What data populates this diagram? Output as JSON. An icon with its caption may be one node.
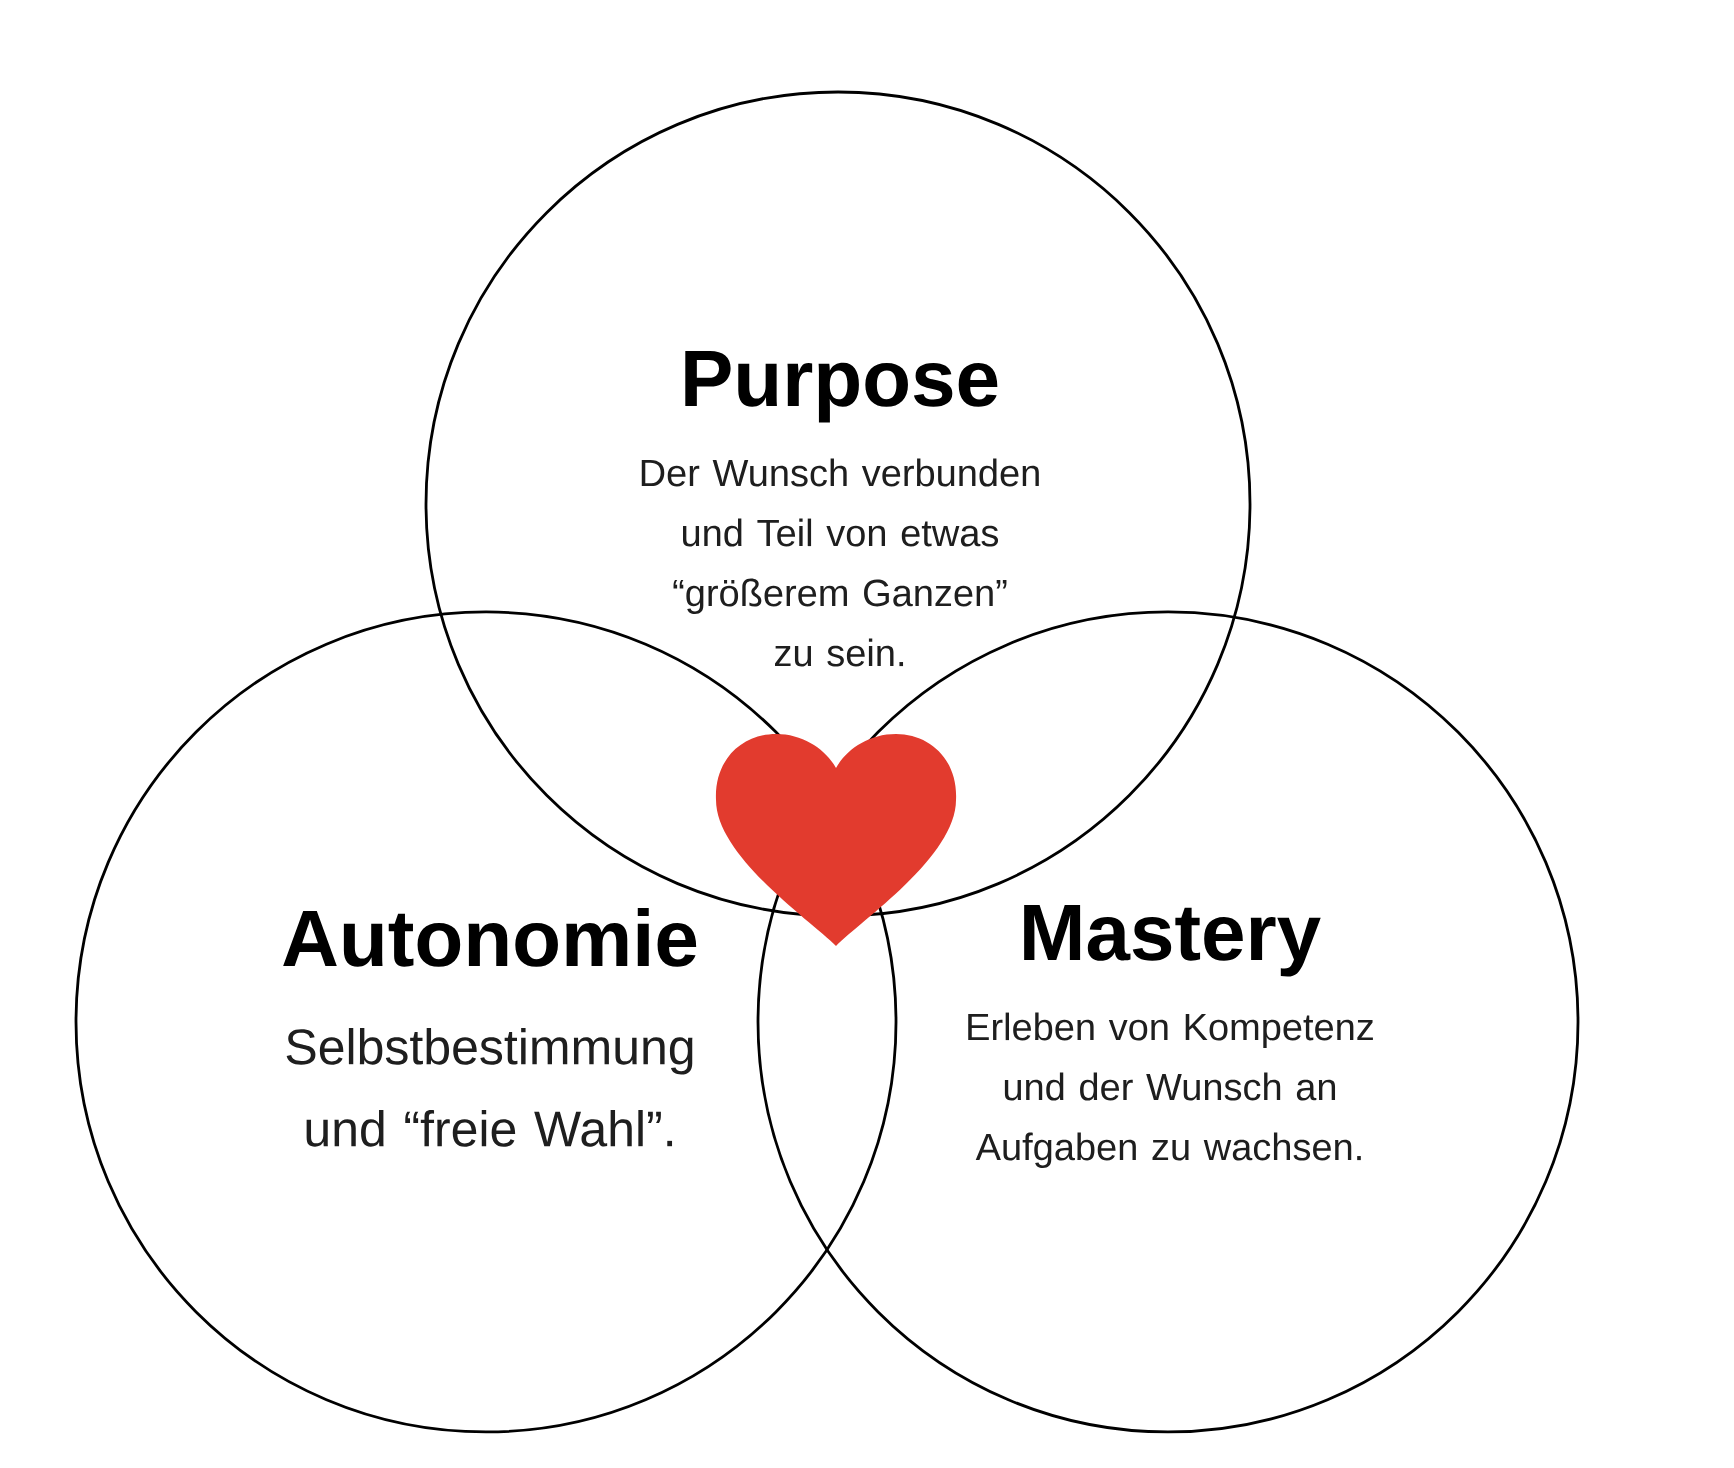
{
  "diagram": {
    "nodes": [
      {
        "text": [
          "Purpose",
          "Der Wunsch verbunden und Teil von etwas “größerem Ganzen” zu sein."
        ]
      },
      {
        "text": [
          "Autonomie",
          "Selbstbestimmung und “freie Wahl”."
        ]
      },
      {
        "text": [
          "Mastery",
          "Erleben von Kompetenz und der Wunsch an Aufgaben zu wachsen."
        ]
      }
    ]
  }
}
